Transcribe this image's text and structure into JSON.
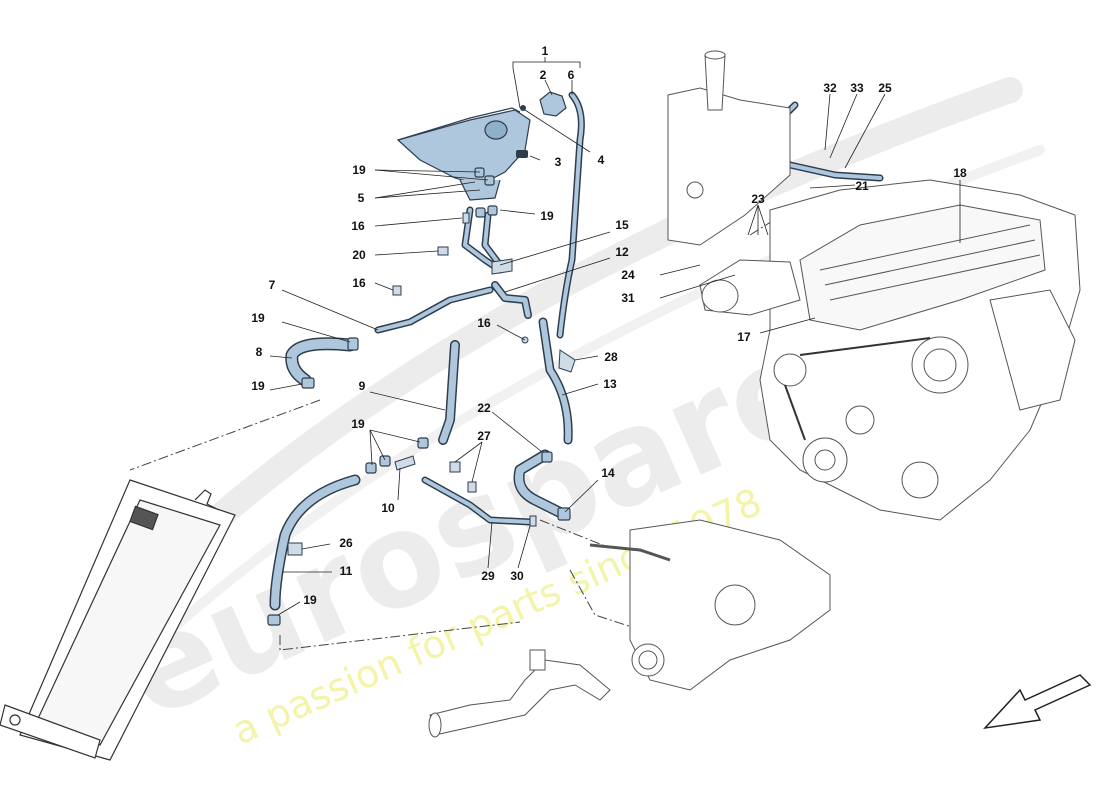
{
  "watermark": {
    "brand": "eurospares",
    "tagline": "a passion for parts since 1978",
    "brand_color": "#e6e6e6",
    "tagline_color": "#f3f3a0"
  },
  "colors": {
    "hose_fill": "#aec7dc",
    "hose_stroke": "#2d3e4f",
    "line": "#222222",
    "engine_line": "#555555"
  },
  "callouts": [
    {
      "id": "1",
      "label": "1"
    },
    {
      "id": "2",
      "label": "2"
    },
    {
      "id": "6",
      "label": "6"
    },
    {
      "id": "3",
      "label": "3"
    },
    {
      "id": "4",
      "label": "4"
    },
    {
      "id": "19a",
      "label": "19"
    },
    {
      "id": "5",
      "label": "5"
    },
    {
      "id": "16a",
      "label": "16"
    },
    {
      "id": "19b",
      "label": "19"
    },
    {
      "id": "15",
      "label": "15"
    },
    {
      "id": "20",
      "label": "20"
    },
    {
      "id": "12",
      "label": "12"
    },
    {
      "id": "16b",
      "label": "16"
    },
    {
      "id": "7",
      "label": "7"
    },
    {
      "id": "19c",
      "label": "19"
    },
    {
      "id": "16c",
      "label": "16"
    },
    {
      "id": "8",
      "label": "8"
    },
    {
      "id": "28",
      "label": "28"
    },
    {
      "id": "19d",
      "label": "19"
    },
    {
      "id": "9",
      "label": "9"
    },
    {
      "id": "13",
      "label": "13"
    },
    {
      "id": "19e",
      "label": "19"
    },
    {
      "id": "22",
      "label": "22"
    },
    {
      "id": "27",
      "label": "27"
    },
    {
      "id": "10",
      "label": "10"
    },
    {
      "id": "14",
      "label": "14"
    },
    {
      "id": "26",
      "label": "26"
    },
    {
      "id": "11",
      "label": "11"
    },
    {
      "id": "29",
      "label": "29"
    },
    {
      "id": "30",
      "label": "30"
    },
    {
      "id": "19f",
      "label": "19"
    },
    {
      "id": "32",
      "label": "32"
    },
    {
      "id": "33",
      "label": "33"
    },
    {
      "id": "25",
      "label": "25"
    },
    {
      "id": "21",
      "label": "21"
    },
    {
      "id": "18",
      "label": "18"
    },
    {
      "id": "23",
      "label": "23"
    },
    {
      "id": "24",
      "label": "24"
    },
    {
      "id": "31",
      "label": "31"
    },
    {
      "id": "17",
      "label": "17"
    }
  ]
}
